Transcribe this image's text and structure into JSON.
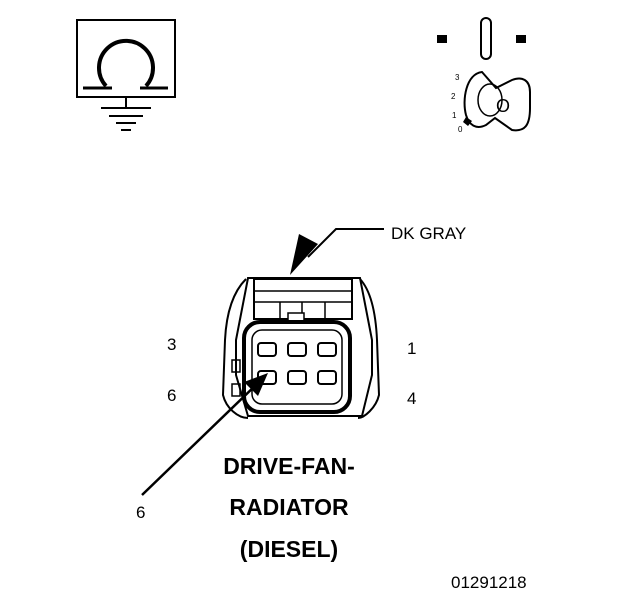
{
  "connector": {
    "wire_color": "DK GRAY",
    "pin_labels": {
      "top_left": "3",
      "top_right": "1",
      "bottom_left": "6",
      "bottom_right": "4"
    },
    "callout_pin": "6",
    "title_lines": [
      "DRIVE-FAN-",
      "RADIATOR",
      "(DIESEL)"
    ]
  },
  "ignition": {
    "positions": [
      "3",
      "2",
      "1",
      "0"
    ],
    "key_label": "O"
  },
  "figure_id": "01291218",
  "icons": [
    "ohmmeter-ground-icon",
    "ignition-switch-icon",
    "connector-face-icon"
  ]
}
